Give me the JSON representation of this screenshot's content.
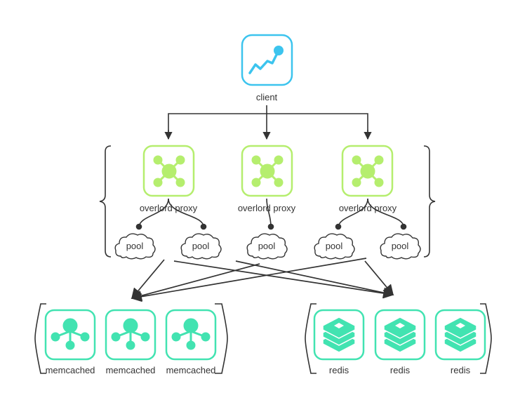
{
  "client": {
    "label": "client",
    "color": "#3cc4ee"
  },
  "proxies": [
    {
      "label": "overlord proxy"
    },
    {
      "label": "overlord proxy"
    },
    {
      "label": "overlord proxy"
    }
  ],
  "pools": [
    {
      "label": "pool"
    },
    {
      "label": "pool"
    },
    {
      "label": "pool"
    },
    {
      "label": "pool"
    },
    {
      "label": "pool"
    }
  ],
  "memcached": [
    {
      "label": "memcached"
    },
    {
      "label": "memcached"
    },
    {
      "label": "memcached"
    }
  ],
  "redis": [
    {
      "label": "redis"
    },
    {
      "label": "redis"
    },
    {
      "label": "redis"
    }
  ],
  "colors": {
    "client": "#3cc4ee",
    "proxy": "#b5ee6e",
    "backend": "#42e3b1",
    "line": "#333333"
  },
  "icons": {
    "client": "trend-chart-icon",
    "proxy": "hub-network-icon",
    "memcached": "tree-network-icon",
    "redis": "stacked-layers-icon",
    "pool": "cloud-icon"
  }
}
